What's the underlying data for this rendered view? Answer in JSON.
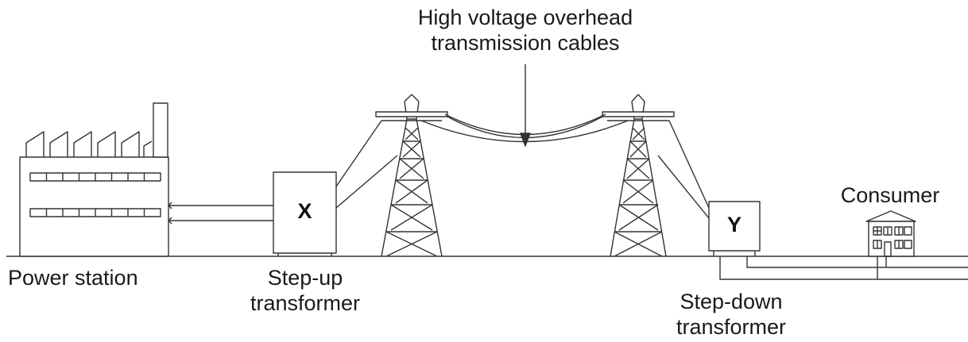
{
  "cables_label": [
    "High voltage overhead",
    "transmission cables"
  ],
  "power_station_label": "Power station",
  "step_up_label": [
    "Step-up",
    "transformer"
  ],
  "step_down_label": [
    "Step-down",
    "transformer"
  ],
  "consumer_label": "Consumer",
  "transformer_x": "X",
  "transformer_y": "Y",
  "line_color": "#333333"
}
